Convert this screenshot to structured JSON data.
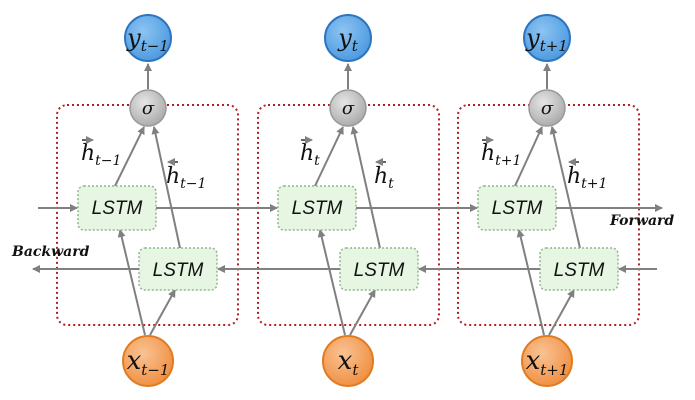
{
  "labels": {
    "lstm": "LSTM",
    "sigma": "σ",
    "forward": "Forward",
    "backward": "Backward"
  },
  "steps": [
    {
      "y_base": "y",
      "y_sub": "t−1",
      "x_base": "x",
      "x_sub": "t−1",
      "hf_base": "h",
      "hf_sub": "t−1",
      "hb_base": "h",
      "hb_sub": "t−1"
    },
    {
      "y_base": "y",
      "y_sub": "t",
      "x_base": "x",
      "x_sub": "t",
      "hf_base": "h",
      "hf_sub": "t",
      "hb_base": "h",
      "hb_sub": "t"
    },
    {
      "y_base": "y",
      "y_sub": "t+1",
      "x_base": "x",
      "x_sub": "t+1",
      "hf_base": "h",
      "hf_sub": "t+1",
      "hb_base": "h",
      "hb_sub": "t+1"
    }
  ],
  "colors": {
    "output_node": "#5aa5e6",
    "output_stroke": "#2e75c0",
    "input_node": "#f4a261",
    "input_stroke": "#e07b1f",
    "sigma_node": "#c8c8c8",
    "lstm_fill": "#e6f6e2",
    "lstm_stroke": "#8fb88a",
    "block_border": "#b02020",
    "arrow": "#808080"
  }
}
